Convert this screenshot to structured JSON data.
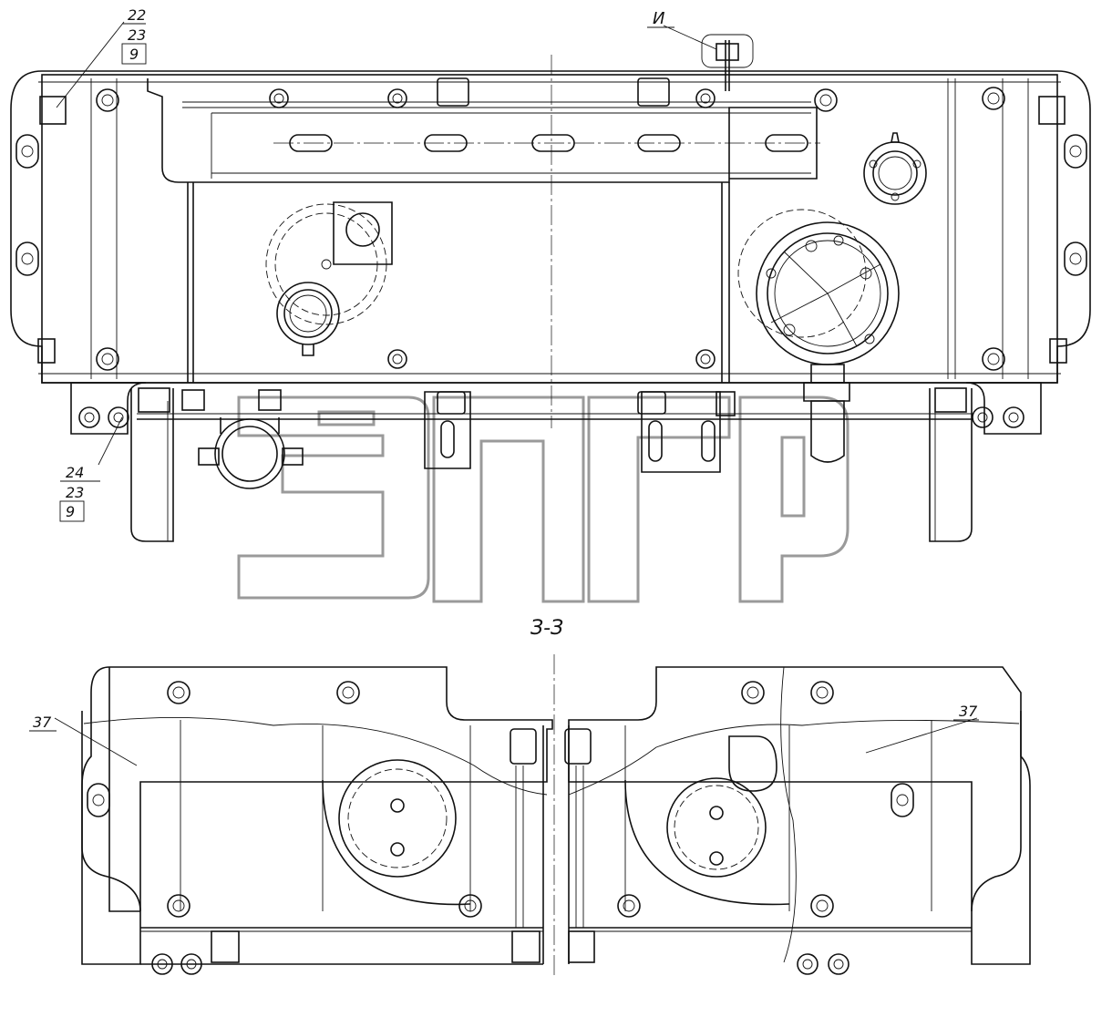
{
  "view_top": {
    "callout_upper": [
      "22",
      "23",
      "9"
    ],
    "callout_lower": [
      "24",
      "23",
      "9"
    ],
    "detail_label": "И"
  },
  "section": {
    "label": "З-З",
    "part_left": "37",
    "part_right": "37"
  },
  "watermark": {
    "logo_name": "elsp-logo"
  }
}
